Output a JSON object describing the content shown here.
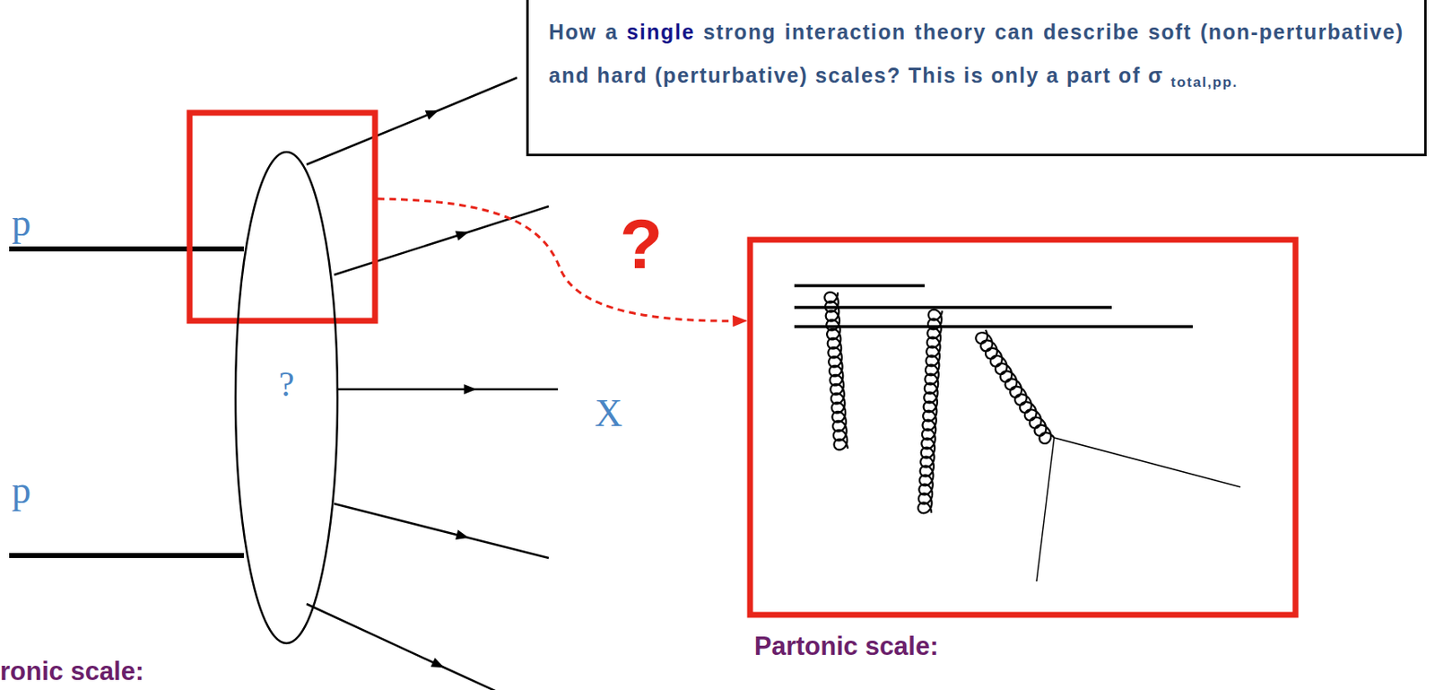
{
  "diagram": {
    "nodes": [
      {
        "text": [
          "How a single strong interaction theory can describe soft (non-perturbative) and hard (perturbative) scales? This is only a part of σ total,pp."
        ]
      },
      {
        "text": [
          "?"
        ]
      }
    ],
    "labels": [
      "p",
      "p",
      "X",
      "?",
      "Partonic scale:",
      "ronic scale:"
    ]
  }
}
